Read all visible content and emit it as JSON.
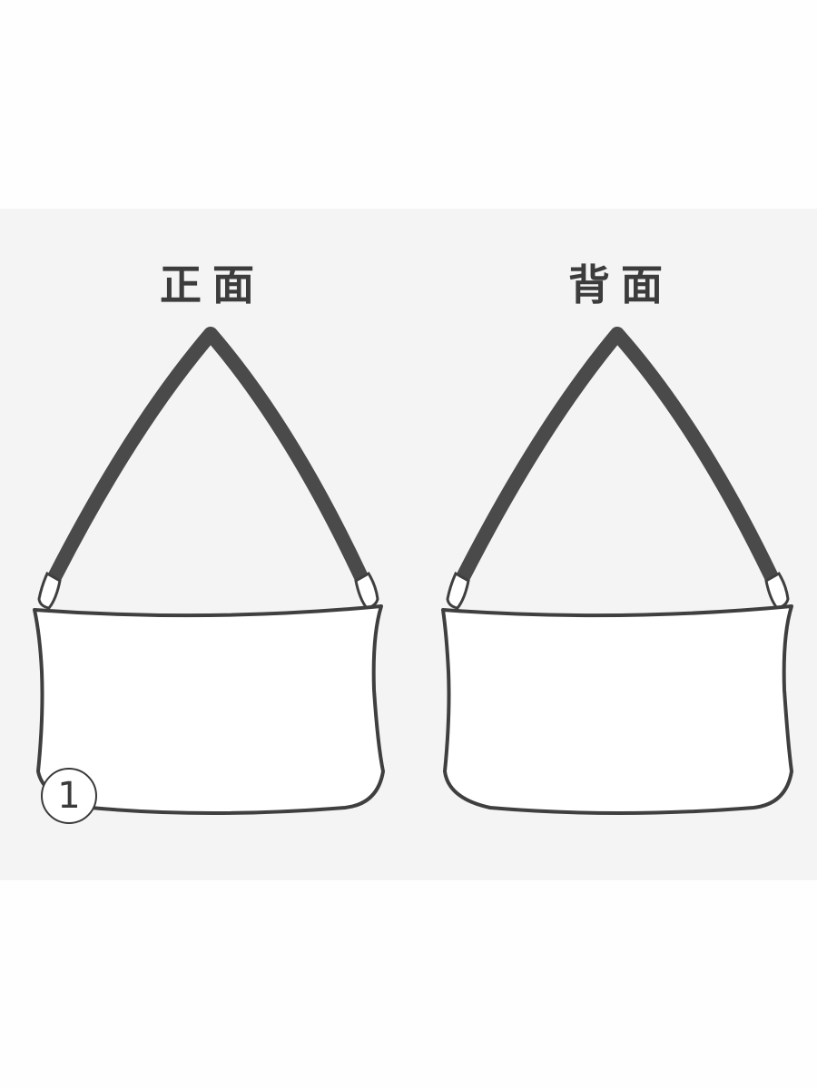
{
  "views": {
    "front_label": "正面",
    "back_label": "背面"
  },
  "marker": {
    "number": "1"
  },
  "colors": {
    "outline": "#3f3f3f",
    "strap": "#4a4a4a",
    "bag_fill": "#ffffff",
    "panel_background": "#f4f4f4",
    "page_background": "#fefefe"
  }
}
